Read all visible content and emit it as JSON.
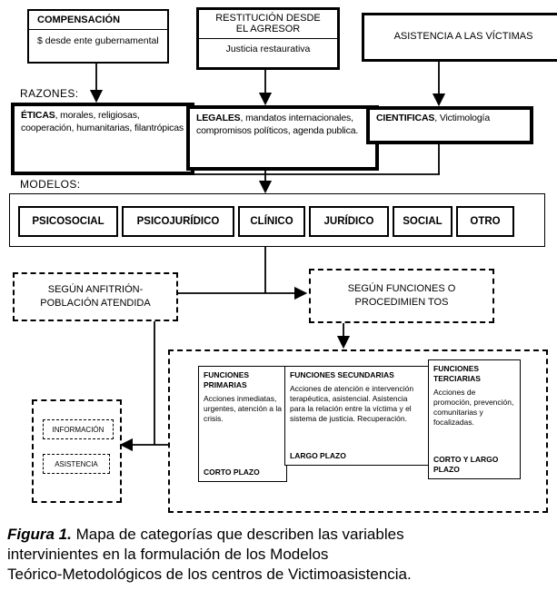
{
  "header_boxes": {
    "compensacion": {
      "title": "COMPENSACIÓN",
      "subtitle": "$ desde ente gubernamental"
    },
    "restitucion": {
      "title": "RESTITUCIÓN DESDE EL AGRESOR",
      "subtitle": "Justicia restaurativa"
    },
    "asistencia": {
      "title": "ASISTENCIA A LAS VÍCTIMAS"
    }
  },
  "razones": {
    "label": "RAZONES:",
    "eticas": {
      "keyword": "ÉTICAS",
      "rest": ", morales, religiosas, cooperación, humanitarias, filantrópicas"
    },
    "legales": {
      "keyword": "LEGALES",
      "rest": ", mandatos internacionales, compromisos políticos, agenda publica."
    },
    "cientificas": {
      "keyword": "CIENTIFICAS",
      "rest": ", Victimología"
    }
  },
  "modelos": {
    "label": "MODELOS:",
    "items": [
      "PSICOSOCIAL",
      "PSICOJURÍDICO",
      "CLÍNICO",
      "JURÍDICO",
      "SOCIAL",
      "OTRO"
    ]
  },
  "clasificaciones": {
    "anfitrion": "SEGÚN ANFITRIÓN- POBLACIÓN ATENDIDA",
    "funciones": "SEGÚN FUNCIONES O PROCEDIMIEN TOS"
  },
  "funciones": {
    "primarias": {
      "title": "FUNCIONES PRIMARIAS",
      "body": "Acciones inmediatas, urgentes, atención a la crisis.",
      "plazo": "CORTO PLAZO"
    },
    "secundarias": {
      "title": "FUNCIONES SECUNDARIAS",
      "body": "Acciones de atención e intervención terapéutica, asistencial. Asistencia para la relación entre la víctima y el sistema de justicia. Recuperación.",
      "plazo": "LARGO PLAZO"
    },
    "terciarias": {
      "title": "FUNCIONES TERCIARIAS",
      "body": "Acciones de promoción, prevención, comunitarias y focalizadas.",
      "plazo": "CORTO Y LARGO PLAZO"
    }
  },
  "servicios": {
    "informacion": "INFORMACIÓN",
    "asistencia": "ASISTENCIA"
  },
  "caption": {
    "prefix": "Figura 1.",
    "line1": " Mapa de categorías que describen las variables",
    "line2": "intervinientes en la formulación de los Modelos",
    "line3": "Teórico-Metodológicos de los centros de Victimoasistencia."
  }
}
